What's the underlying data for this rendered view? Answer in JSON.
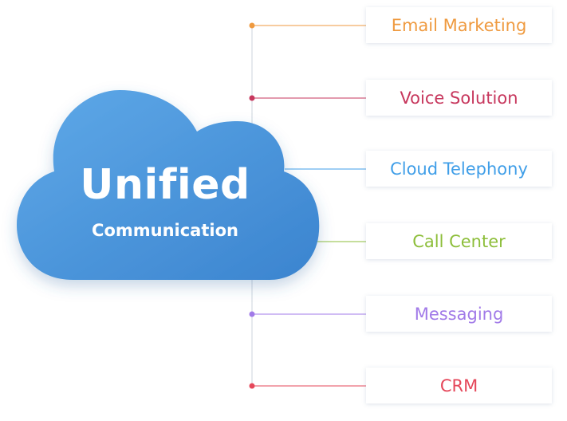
{
  "cloud": {
    "title": "Unified",
    "subtitle": "Communication"
  },
  "services": [
    {
      "label": "Email Marketing",
      "color": "#ef9a3f"
    },
    {
      "label": "Voice Solution",
      "color": "#c7375d"
    },
    {
      "label": "Cloud Telephony",
      "color": "#3f9ee8"
    },
    {
      "label": "Call Center",
      "color": "#8dbe3a"
    },
    {
      "label": "Messaging",
      "color": "#a17ae8"
    },
    {
      "label": "CRM",
      "color": "#e5475a"
    }
  ],
  "colors": {
    "cloud_light": "#5da6e6",
    "cloud_dark": "#3b85cf",
    "trunk": "#d8dee6"
  }
}
